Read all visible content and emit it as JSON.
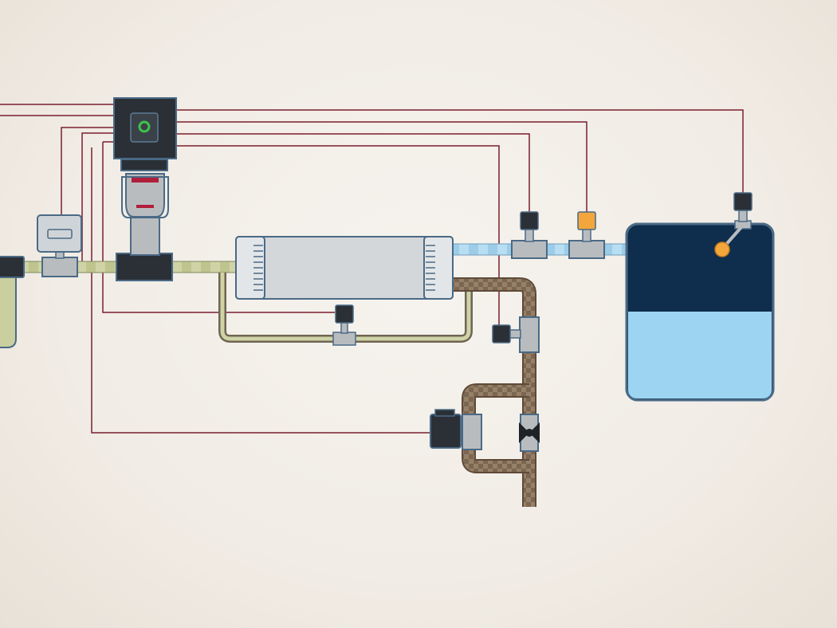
{
  "diagram": {
    "type": "water-treatment-process-schematic",
    "colors": {
      "background": "#f3efe9",
      "signal_wire": "#7a1f2e",
      "feed_pipe": "#c9cf9f",
      "permeate_pipe": "#a9d6ee",
      "concentrate_pipe": "#7a6450",
      "device_dark": "#2b3036",
      "device_body": "#b9bcbf",
      "outline": "#4a6a86",
      "tank_water_dark": "#0f2e4e",
      "tank_water_light": "#9cd4f1",
      "indicator_green": "#3fc24a",
      "indicator_orange": "#f3a63c",
      "float_orange": "#f3a63c"
    },
    "components": [
      {
        "id": "controller",
        "icon": "controller-with-status-light"
      },
      {
        "id": "feed-pump",
        "icon": "vertical-multistage-pump"
      },
      {
        "id": "inlet-flow-meter",
        "icon": "flow-meter-with-display"
      },
      {
        "id": "pre-filter-housing",
        "icon": "cartridge-filter"
      },
      {
        "id": "membrane-module",
        "icon": "ro-membrane-vessel"
      },
      {
        "id": "permeate-sensor-1",
        "icon": "inline-sensor"
      },
      {
        "id": "permeate-sensor-2",
        "icon": "inline-sensor",
        "indicator": "orange"
      },
      {
        "id": "recirculation-sensor",
        "icon": "inline-sensor"
      },
      {
        "id": "concentrate-sensor",
        "icon": "inline-sensor"
      },
      {
        "id": "concentrate-solenoid-valve",
        "icon": "solenoid-valve"
      },
      {
        "id": "concentrate-ball-valve",
        "icon": "manual-ball-valve"
      },
      {
        "id": "product-tank",
        "icon": "storage-tank"
      },
      {
        "id": "tank-level-switch",
        "icon": "float-level-switch"
      }
    ]
  }
}
